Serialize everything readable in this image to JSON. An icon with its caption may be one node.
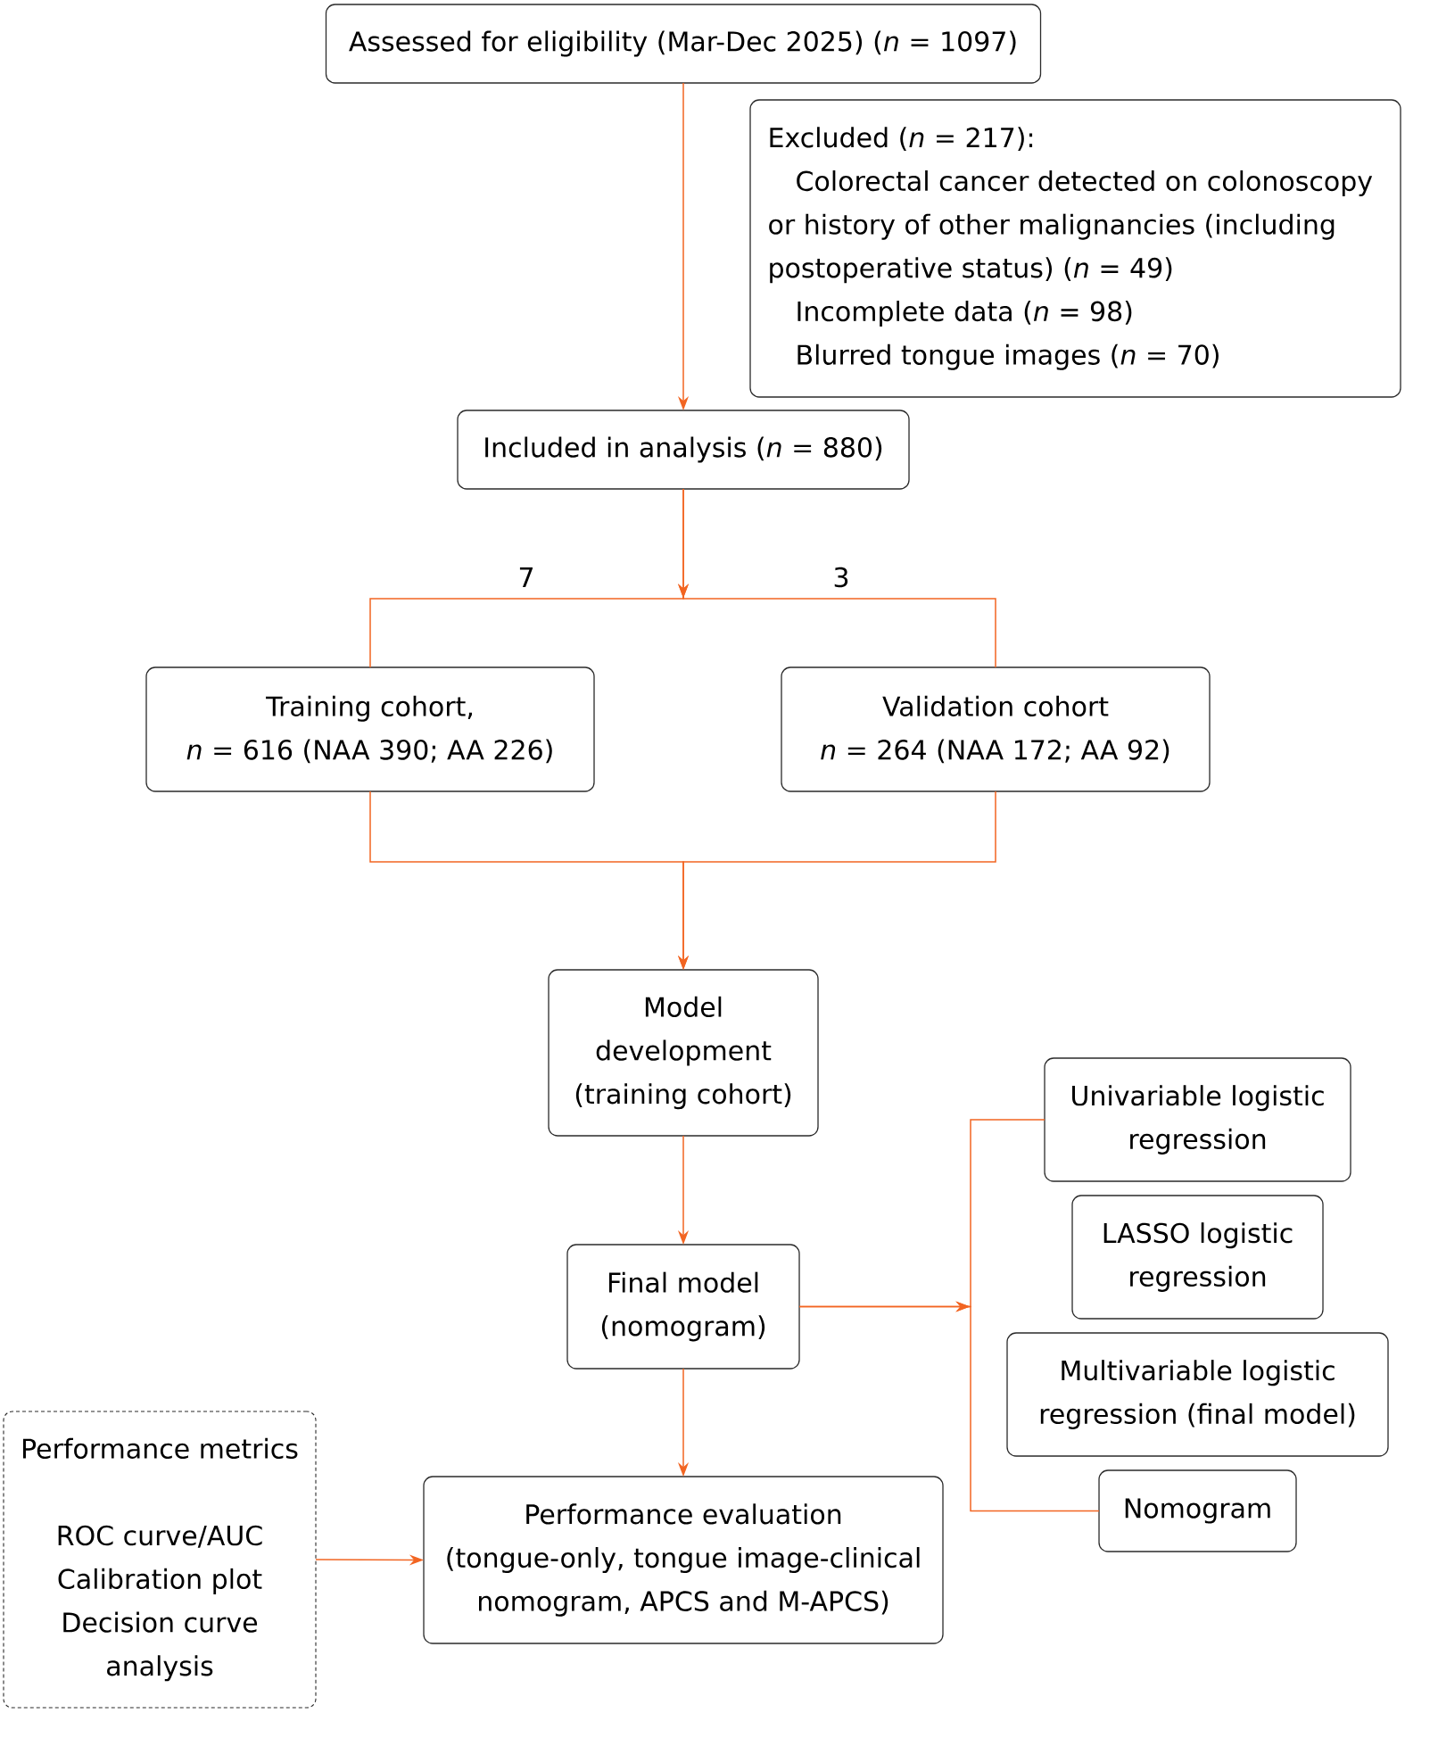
{
  "diagram": {
    "nodes": [
      {
        "text": [
          "Assessed for eligibility (Mar-Dec 2025) (*n* = 1097)"
        ]
      },
      {
        "text": [
          "Excluded (*n* = 217):",
          "Colorectal cancer detected on colonoscopy or history of other malignancies (including postoperative status) (*n* = 49)",
          "Incomplete data (*n* = 98)",
          "Blurred tongue images (*n* = 70)"
        ]
      },
      {
        "text": [
          "Included in analysis (*n* = 880)"
        ]
      },
      {
        "text": [
          "Training cohort,",
          "*n* = 616 (NAA 390; AA 226)"
        ]
      },
      {
        "text": [
          "Validation cohort",
          "*n* = 264 (NAA 172; AA 92)"
        ]
      },
      {
        "text": [
          "Model development (training cohort)"
        ]
      },
      {
        "text": [
          "Final model (nomogram)"
        ]
      },
      {
        "text": [
          "Univariable logistic regression"
        ]
      },
      {
        "text": [
          "LASSO logistic regression"
        ]
      },
      {
        "text": [
          "Multivariable logistic regression (final model)"
        ]
      },
      {
        "text": [
          "Nomogram"
        ]
      },
      {
        "text": [
          "Performance evaluation",
          "(tongue-only, tongue image-clinical nomogram, APCS and M-APCS)"
        ]
      },
      {
        "text": [
          "Performance metrics",
          "ROC curve/AUC",
          "Calibration plot",
          "Decision curve analysis"
        ]
      }
    ],
    "edges": [
      {
        "from": 0,
        "to": 2,
        "arrow": "to"
      },
      {
        "from": 2,
        "to": 3,
        "arrow": "to",
        "label": "7"
      },
      {
        "from": 2,
        "to": 4,
        "arrow": "to",
        "label": "3"
      },
      {
        "from": 3,
        "to": 5,
        "arrow": "to"
      },
      {
        "from": 4,
        "to": 5,
        "arrow": "to"
      },
      {
        "from": 5,
        "to": 6,
        "arrow": "to"
      },
      {
        "from": 6,
        "to": 7,
        "arrow": "to"
      },
      {
        "from": 6,
        "to": 10,
        "arrow": "to"
      },
      {
        "from": 6,
        "to": 11,
        "arrow": "to"
      },
      {
        "from": 12,
        "to": 11,
        "arrow": "to"
      }
    ]
  }
}
